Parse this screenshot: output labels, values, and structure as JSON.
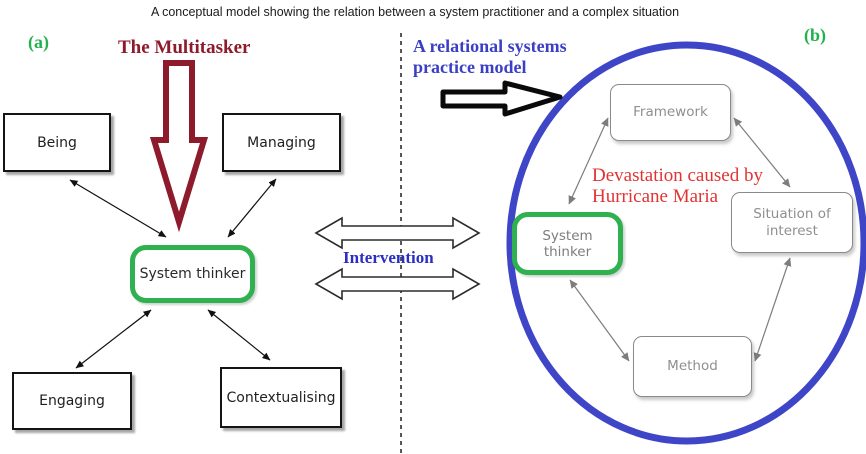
{
  "title": "A conceptual model showing the relation between a system practitioner and a complex situation",
  "panel_a": {
    "label": "(a)",
    "heading": "The Multitasker",
    "center_node": "System thinker",
    "nodes": [
      "Being",
      "Managing",
      "Engaging",
      "Contextualising"
    ]
  },
  "intervention": {
    "label": "Intervention"
  },
  "panel_b": {
    "label": "(b)",
    "heading_line1": "A relational systems",
    "heading_line2": "practice model",
    "annotation_line1": "Devastation caused by",
    "annotation_line2": "Hurricane Maria",
    "center_node": "System thinker",
    "nodes": [
      "Framework",
      "Situation of interest",
      "Method"
    ]
  },
  "colors": {
    "panel_label_green": "#22b14c",
    "multitasker_red": "#8e1b2b",
    "relational_blue": "#3a3fc4",
    "intervention_blue": "#2a2ec4",
    "devastation_red": "#e23333",
    "ellipse_blue": "#3e45c6",
    "node_border_green": "#2eb14e",
    "left_box_border": "#141414",
    "right_box_border": "#8a8a8a",
    "right_box_text": "#8f8f8f"
  }
}
